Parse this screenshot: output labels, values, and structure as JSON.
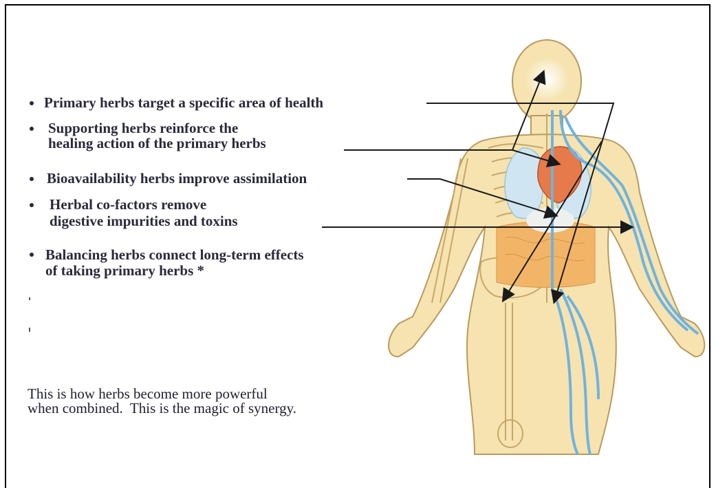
{
  "bullets": [
    {
      "line1": "Primary herbs target a specific area of health",
      "line2": ""
    },
    {
      "line1": "Supporting herbs reinforce the",
      "line2": "healing action of the primary herbs"
    },
    {
      "line1": "Bioavailability herbs improve assimilation",
      "line2": ""
    },
    {
      "line1": "Herbal co-factors remove",
      "line2": "digestive impurities and toxins"
    },
    {
      "line1": "Balancing herbs connect long-term effects",
      "line2": "of taking primary herbs *"
    }
  ],
  "footer": {
    "line1": "This is how herbs become more powerful",
    "line2": "when combined.  This is the magic of synergy."
  },
  "colors": {
    "body_fill": "#f6e3b0",
    "body_outline": "#b89a5e",
    "veins": "#6fb3df",
    "organs_orange": "#f2b567",
    "heart": "#e77a4a",
    "lungs": "#cfe6f2",
    "arrows": "#1a1a1a",
    "text": "#2a2a3a"
  }
}
